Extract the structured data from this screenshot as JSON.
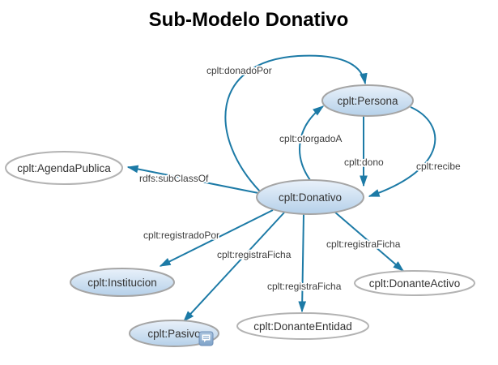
{
  "title": "Sub-Modelo Donativo",
  "nodes": {
    "agendaPublica": {
      "label": "cplt:AgendaPublica",
      "style": "plain"
    },
    "persona": {
      "label": "cplt:Persona",
      "style": "highlight"
    },
    "donativo": {
      "label": "cplt:Donativo",
      "style": "highlight"
    },
    "institucion": {
      "label": "cplt:Institucion",
      "style": "highlight"
    },
    "pasivo": {
      "label": "cplt:Pasivo",
      "style": "highlight",
      "badge": "comment-icon"
    },
    "donanteEntidad": {
      "label": "cplt:DonanteEntidad",
      "style": "plain"
    },
    "donanteActivo": {
      "label": "cplt:DonanteActivo",
      "style": "plain"
    }
  },
  "edges": {
    "donadoPor": {
      "label": "cplt:donadoPor",
      "from": "donativo",
      "to": "persona"
    },
    "otorgadoA": {
      "label": "cplt:otorgadoA",
      "from": "donativo",
      "to": "persona"
    },
    "dono": {
      "label": "cplt:dono",
      "from": "persona",
      "to": "donativo"
    },
    "recibe": {
      "label": "cplt:recibe",
      "from": "persona",
      "to": "donativo"
    },
    "subClassOf": {
      "label": "rdfs:subClassOf",
      "from": "donativo",
      "to": "agendaPublica"
    },
    "registradoPor": {
      "label": "cplt:registradoPor",
      "from": "donativo",
      "to": "institucion"
    },
    "registraFichaPasivo": {
      "label": "cplt:registraFicha",
      "from": "donativo",
      "to": "pasivo"
    },
    "registraFichaEntidad": {
      "label": "cplt:registraFicha",
      "from": "donativo",
      "to": "donanteEntidad"
    },
    "registraFichaActivo": {
      "label": "cplt:registraFicha",
      "from": "donativo",
      "to": "donanteActivo"
    }
  },
  "colors": {
    "edge": "#1c7aa6",
    "node_fill_top": "#e9f1fa",
    "node_fill_bottom": "#b5d0e9",
    "node_border": "#a5a5a5",
    "plain_fill": "#ffffff",
    "text": "#333333"
  }
}
